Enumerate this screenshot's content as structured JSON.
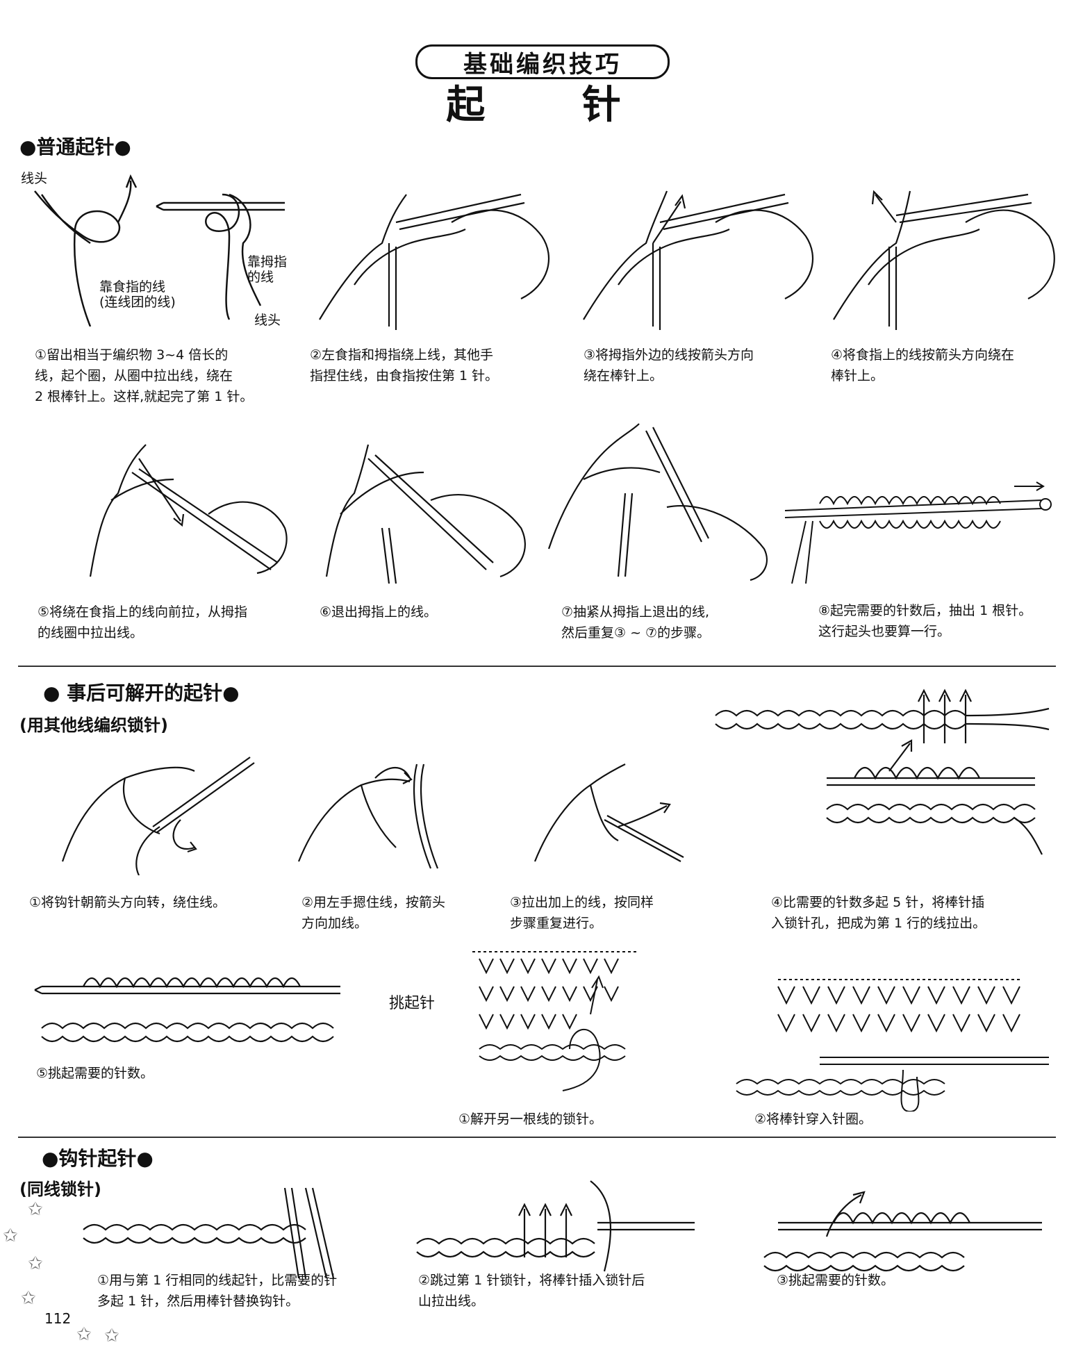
{
  "header": {
    "subtitle": "基础编织技巧",
    "title": "起 针"
  },
  "section1": {
    "title": "●普通起针●",
    "labels": {
      "thread_end_top": "线头",
      "index_thread_1": "靠食指的线",
      "index_thread_2": "(连线团的线)",
      "thumb_thread_1": "靠拇指",
      "thumb_thread_2": "的线",
      "thread_end_bottom": "线头"
    },
    "steps": [
      {
        "lines": [
          "①留出相当于编织物 3~4 倍长的",
          "线，起个圈，从圈中拉出线，绕在",
          "2 根棒针上。这样,就起完了第 1 针。"
        ]
      },
      {
        "lines": [
          "②左食指和拇指绕上线，其他手",
          "指捏住线，由食指按住第 1 针。"
        ]
      },
      {
        "lines": [
          "③将拇指外边的线按箭头方向",
          "绕在棒针上。"
        ]
      },
      {
        "lines": [
          "④将食指上的线按箭头方向绕在",
          "棒针上。"
        ]
      },
      {
        "lines": [
          "⑤将绕在食指上的线向前拉，从拇指",
          "的线圈中拉出线。"
        ]
      },
      {
        "lines": [
          "⑥退出拇指上的线。"
        ]
      },
      {
        "lines": [
          "⑦抽紧从拇指上退出的线,",
          "然后重复③ ~ ⑦的步骤。"
        ]
      },
      {
        "lines": [
          "⑧起完需要的针数后，抽出 1 根针。",
          "这行起头也要算一行。"
        ]
      }
    ]
  },
  "section2": {
    "title": "● 事后可解开的起针●",
    "subtitle": "(用其他线编织锁针)",
    "steps": [
      {
        "lines": [
          "①将钩针朝箭头方向转，绕住线。"
        ]
      },
      {
        "lines": [
          "②用左手摁住线，按箭头",
          "方向加线。"
        ]
      },
      {
        "lines": [
          "③拉出加上的线，按同样",
          "步骤重复进行。"
        ]
      },
      {
        "lines": [
          "④比需要的针数多起 5 针，将棒针插",
          "入锁针孔，把成为第 1 行的线拉出。"
        ]
      },
      {
        "lines": [
          "⑤挑起需要的针数。"
        ]
      }
    ],
    "pickup_label": "挑起针",
    "pickup_steps": [
      {
        "lines": [
          "①解开另一根线的锁针。"
        ]
      },
      {
        "lines": [
          "②将棒针穿入针圈。"
        ]
      }
    ]
  },
  "section3": {
    "title": "●钩针起针●",
    "subtitle": "(同线锁针)",
    "steps": [
      {
        "lines": [
          "①用与第 1 行相同的线起针，比需要的针",
          "多起 1 针，然后用棒针替换钩针。"
        ]
      },
      {
        "lines": [
          "②跳过第 1 针锁针，将棒针插入锁针后",
          "山拉出线。"
        ]
      },
      {
        "lines": [
          "③挑起需要的针数。"
        ]
      }
    ]
  },
  "page_number": "112",
  "icons": [
    "star-icon",
    "arrow-icon"
  ]
}
